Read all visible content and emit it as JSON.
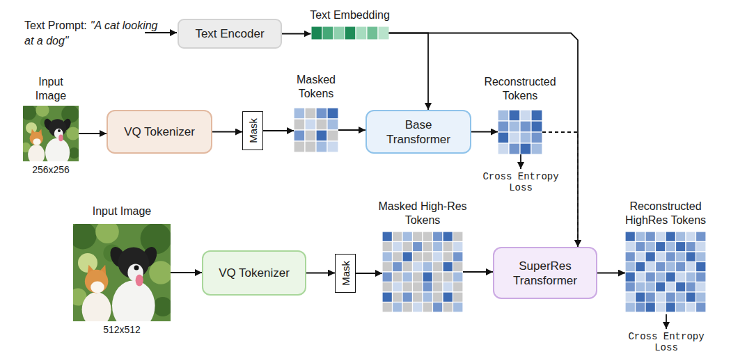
{
  "diagram": {
    "nodes": [
      {
        "text": [
          "Text Encoder"
        ]
      },
      {
        "text": [
          "Text Embedding"
        ]
      },
      {
        "text": [
          "Input Image",
          "256x256"
        ]
      },
      {
        "text": [
          "VQ Tokenizer"
        ]
      },
      {
        "text": [
          "Mask"
        ]
      },
      {
        "text": [
          "Masked Tokens"
        ]
      },
      {
        "text": [
          "Base Transformer"
        ]
      },
      {
        "text": [
          "Reconstructed Tokens"
        ]
      },
      {
        "text": [
          "Input Image",
          "512x512"
        ]
      },
      {
        "text": [
          "VQ Tokenizer"
        ]
      },
      {
        "text": [
          "Mask"
        ]
      },
      {
        "text": [
          "Masked High-Res Tokens"
        ]
      },
      {
        "text": [
          "SuperRes Transformer"
        ]
      },
      {
        "text": [
          "Reconstructed HighRes Tokens"
        ]
      }
    ],
    "edges": [
      {
        "from": 0,
        "to": 1,
        "arrow": "to"
      },
      {
        "from": 1,
        "to": 6,
        "arrow": "to"
      },
      {
        "from": 1,
        "to": 12,
        "arrow": "to"
      },
      {
        "from": 2,
        "to": 3,
        "arrow": "to"
      },
      {
        "from": 3,
        "to": 4,
        "arrow": "to"
      },
      {
        "from": 4,
        "to": 5,
        "arrow": "to"
      },
      {
        "from": 5,
        "to": 6,
        "arrow": "to"
      },
      {
        "from": 6,
        "to": 7,
        "arrow": "to"
      },
      {
        "from": 7,
        "to": 12,
        "arrow": "to"
      },
      {
        "from": 8,
        "to": 9,
        "arrow": "to"
      },
      {
        "from": 9,
        "to": 10,
        "arrow": "to"
      },
      {
        "from": 10,
        "to": 11,
        "arrow": "to"
      },
      {
        "from": 11,
        "to": 12,
        "arrow": "to"
      },
      {
        "from": 12,
        "to": 13,
        "arrow": "to"
      }
    ],
    "labels": [
      "Text Prompt:",
      "\"A cat looking at a dog\"",
      "Cross Entropy Loss",
      "Cross Entropy Loss"
    ]
  }
}
